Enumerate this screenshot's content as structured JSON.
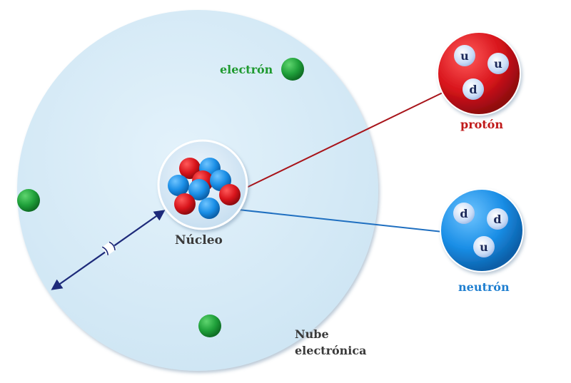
{
  "labels": {
    "electron": "electrón",
    "nucleus": "Núcleo",
    "cloud_line1": "Nube",
    "cloud_line2": "electrónica",
    "proton": "protón",
    "neutron": "neutrón"
  },
  "proton_quarks": [
    "u",
    "u",
    "d"
  ],
  "neutron_quarks": [
    "d",
    "d",
    "u"
  ],
  "colors": {
    "cloud": "#d6ecf7",
    "electron": "#1fa03a",
    "proton": "#d8141b",
    "neutron": "#1a8ee6",
    "proton_label": "#c01a1a",
    "neutron_label": "#1f7fd0",
    "electron_label": "#1f9a30",
    "quark": "#c9dcf7",
    "arrow": "#1d2a7a"
  }
}
